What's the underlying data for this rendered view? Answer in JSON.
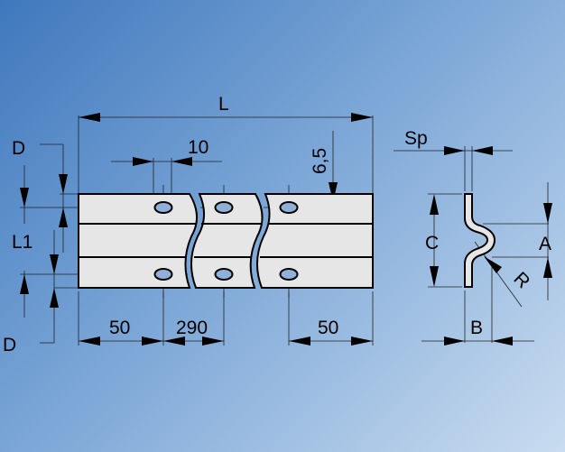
{
  "diagram": {
    "title": "Perforated mounting rail with offset profile – dimensions",
    "labels": {
      "length": "L",
      "edge_distance_top": "D",
      "slot_width": "10",
      "slot_height": "6,5",
      "hole_row_spacing": "L1",
      "edge_distance_bottom": "D",
      "end_distance_left": "50",
      "pitch": "290",
      "end_distance_right": "50",
      "thickness": "Sp",
      "height": "C",
      "offset_height": "A",
      "radius": "R",
      "offset_depth": "B"
    },
    "colors": {
      "part_fill": "#e6e6e6",
      "hole_fill": "#8fb0d8"
    }
  }
}
